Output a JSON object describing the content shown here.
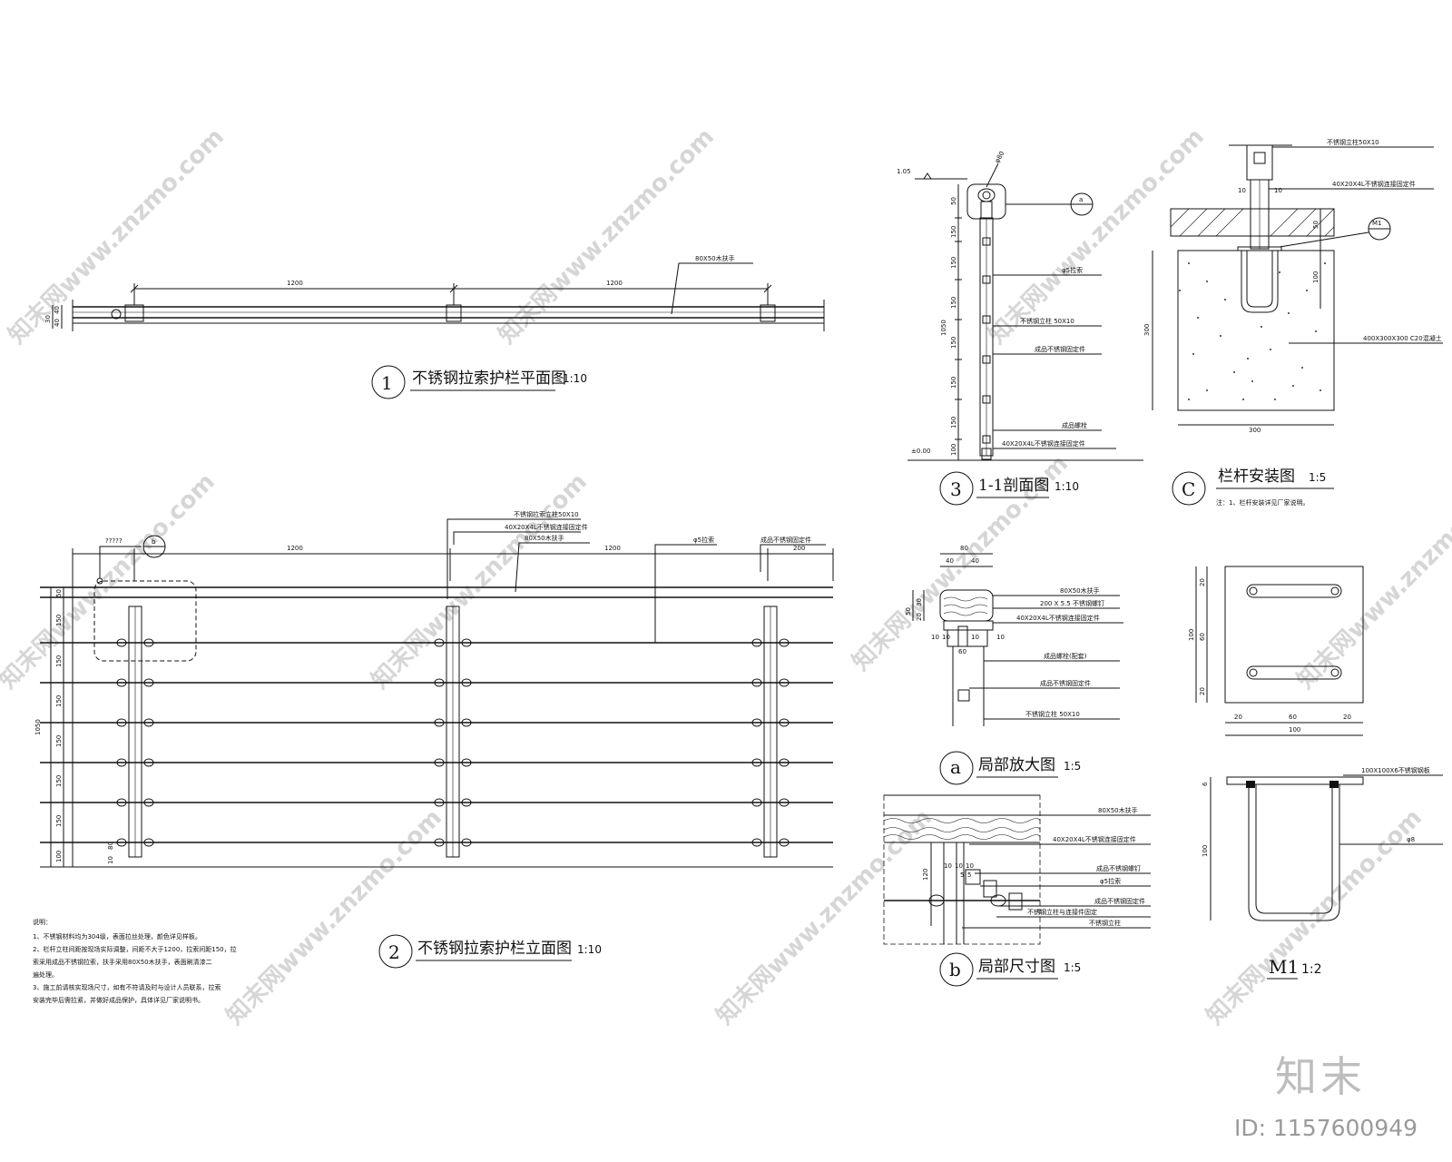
{
  "watermark": {
    "text": "知末网www.znzmo.com",
    "brand": "知末",
    "id_label": "ID: 1157600949"
  },
  "view1": {
    "number": "1",
    "title": "不锈钢拉索护栏平面图",
    "scale": "1:10",
    "dims": [
      "1200",
      "1200"
    ],
    "side_dims": [
      "30",
      "40",
      "40"
    ],
    "callout": "80X50木扶手"
  },
  "view2": {
    "number": "2",
    "title": "不锈钢拉索护栏立面图",
    "scale": "1:10",
    "dims": [
      "1200",
      "1200",
      "200"
    ],
    "height_dim": "1050",
    "row_dims": [
      "50",
      "150",
      "150",
      "150",
      "150",
      "150",
      "150",
      "100"
    ],
    "bottom_dims": [
      "80",
      "10"
    ],
    "detail_tag": "?????",
    "detail_ref": "b",
    "callouts": [
      "不锈钢拉索立柱50X10",
      "40X20X4L不锈钢连接固定件",
      "80X50木扶手",
      "φ5拉索",
      "成品不锈钢固定件"
    ],
    "notes_title": "说明：",
    "notes": [
      "1、不锈钢材料均为304级，表面拉丝处理，颜色详见样板。",
      "2、栏杆立柱间距按现场实际调整，间距不大于1200，拉索间距150，拉",
      "索采用成品不锈钢拉索，扶手采用80X50木扶手，表面刷清漆二",
      "遍处理。",
      "3、施工前请核实现场尺寸，如有不符请及时与设计人员联系，拉索",
      "安装完毕后需拉紧，并做好成品保护，具体详见厂家说明书。"
    ]
  },
  "view3": {
    "number": "3",
    "title": "1-1剖面图",
    "scale": "1:10",
    "level_top": "1.05",
    "level_bottom": "±0.00",
    "height_dim": "1050",
    "dims": [
      "50",
      "150",
      "150",
      "150",
      "150",
      "150",
      "150",
      "100"
    ],
    "dia": "φ80",
    "detail_ref": "a",
    "callouts": [
      "φ5拉索",
      "不锈钢立柱 50X10",
      "成品不锈钢固定件",
      "成品螺栓",
      "40X20X4L不锈钢连接固定件"
    ]
  },
  "viewC": {
    "number": "C",
    "title": "栏杆安装图",
    "scale": "1:5",
    "subtitle": "注：1、栏杆安装详见厂家说明。",
    "dims": [
      "10",
      "10",
      "50",
      "100",
      "300",
      "300"
    ],
    "ref": "M1",
    "callouts": [
      "不锈钢立柱50X10",
      "40X20X4L不锈钢连接固定件",
      "400X300X300 C20混凝土"
    ]
  },
  "viewA": {
    "number": "a",
    "title": "局部放大图",
    "scale": "1:5",
    "dims": [
      "80",
      "40",
      "40",
      "30",
      "20",
      "50",
      "10",
      "10",
      "10",
      "10",
      "60"
    ],
    "callouts": [
      "80X50木扶手",
      "200 X 5.5 不锈钢螺钉",
      "40X20X4L不锈钢连接固定件",
      "成品螺栓(配套)",
      "成品不锈钢固定件",
      "不锈钢立柱 50X10"
    ]
  },
  "viewB": {
    "number": "b",
    "title": "局部尺寸图",
    "scale": "1:5",
    "dims": [
      "120",
      "10",
      "10",
      "10",
      "5",
      "5"
    ],
    "callouts": [
      "80X50木扶手",
      "40X20X4L不锈钢连接固定件",
      "成品不锈钢螺钉",
      "φ5拉索",
      "成品不锈钢固定件",
      "不锈钢立柱与连接件固定",
      "不锈钢立柱"
    ]
  },
  "viewM1": {
    "number": "M1",
    "scale": "1:2",
    "dims": [
      "20",
      "60",
      "20",
      "20",
      "60",
      "20",
      "100",
      "100",
      "100",
      "6"
    ],
    "callouts": [
      "100X100X6不锈钢钢板",
      "φ8"
    ]
  }
}
